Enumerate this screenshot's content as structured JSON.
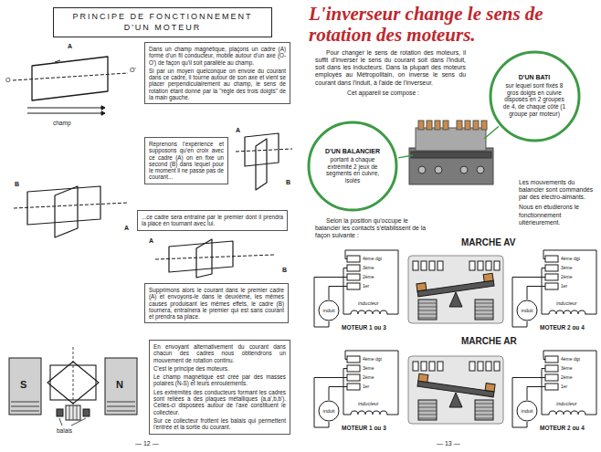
{
  "diagram": {
    "title": "L'inverseur change le sens de rotation des moteurs.",
    "nodes": [
      {
        "text": [
          "PRINCIPE DE FONCTIONNEMENT D'UN MOTEUR"
        ]
      },
      {
        "text": [
          "Dans un champ magnétique, plaçons un cadre (A) formé d'un fil conducteur, mobile autour d'un axe (O-O') de façon qu'il soit parallèle au champ.",
          "Si par un moyen quelconque on envoie du courant dans ce cadre, il tourne autour de son axe et vient se placer perpendiculairement au champ, le sens de rotation étant donné par la \"règle des trois doigts\" de la main gauche."
        ]
      },
      {
        "text": [
          "Reprenons l'expérience et supposons qu'en croix avec ce cadre (A) on en fixe un second (B) dans lequel pour le moment il ne passe pas de courant..."
        ]
      },
      {
        "text": [
          "...ce cadre sera entraîné par le premier dont il prendra la place en tournant avec lui."
        ]
      },
      {
        "text": [
          "Supprimons alors le courant dans le premier cadre (A) et envoyons-le dans le deuxième, les mêmes causes produisant les mêmes effets, le cadre (B) tournera, entraînera le premier qui est sans courant et prendra sa place."
        ]
      },
      {
        "text": [
          "En envoyant alternativement du courant dans chacun des cadres nous obtiendrons un mouvement de rotation continu.",
          "C'est le principe des moteurs.",
          "Le champ magnétique est créé par des masses polaires (N-S) et leurs enroulements.",
          "Les extrémités des conducteurs formant les cadres sont reliées à des plaques métalliques (a,a',b,b'). Celles-ci disposées autour de l'axe constituent le collecteur.",
          "Sur ce collecteur frottent les balais qui permettent l'entrée et la sortie du courant."
        ]
      },
      {
        "text": [
          "D'UN BATI",
          "sur lequel sont fixés 8 gros doigts en cuivre disposés en 2 groupes de 4, de chaque côté (1 groupe par moteur)"
        ]
      },
      {
        "text": [
          "D'UN BALANCIER",
          "portant à chaque extrémité 2 jeux de segments en cuivre, isolés"
        ]
      },
      {
        "text": [
          "induit"
        ]
      },
      {
        "text": [
          "induit"
        ]
      },
      {
        "text": [
          "induit"
        ]
      },
      {
        "text": [
          "induit"
        ]
      }
    ],
    "labels": [
      "O",
      "O'",
      "A",
      "champ",
      "A",
      "B",
      "B",
      "A",
      "A",
      "B",
      "S",
      "N",
      "balais",
      "— 12 —",
      "Pour changer le sens de rotation des moteurs, il suffit d'inverser le sens du courant soit dans l'induit, soit dans les inducteurs. Dans la plupart des moteurs employés au Métropolitain, on inverse le sens du courant dans l'induit, à l'aide de l'inverseur.",
      "Cet appareil se compose :",
      "Selon la position qu'occupe le balancier les contacts s'établissent de la façon suivante :",
      "Les mouvements du balancier sont commandés par des électro-aimants.",
      "Nous en étudierons le fonctionnement ultérieurement.",
      "MARCHE AV",
      "4ème dgt",
      "3ème",
      "2ème",
      "1er",
      "inducteur",
      "MOTEUR 1 ou 3",
      "4ème dgt",
      "3ème",
      "2ème",
      "1er",
      "inducteur",
      "MOTEUR 2 ou 4",
      "MARCHE AR",
      "4ème dgt",
      "3ème",
      "2ème",
      "1er",
      "inducteur",
      "MOTEUR 1 ou 3",
      "4ème dgt",
      "3ème",
      "2ème",
      "1er",
      "inducteur",
      "MOTEUR 2 ou 4",
      "— 13 —"
    ]
  }
}
